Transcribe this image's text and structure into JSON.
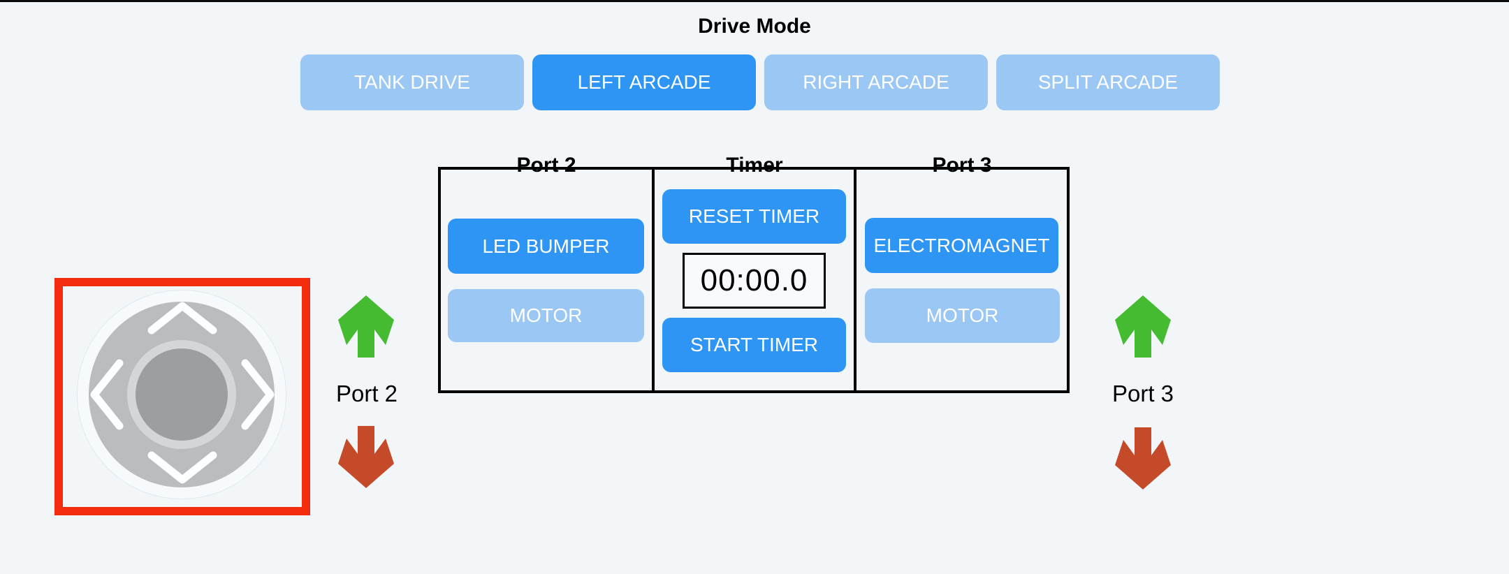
{
  "drive_mode": {
    "title": "Drive Mode",
    "buttons": [
      {
        "label": "TANK DRIVE",
        "active": false
      },
      {
        "label": "LEFT ARCADE",
        "active": true
      },
      {
        "label": "RIGHT ARCADE",
        "active": false
      },
      {
        "label": "SPLIT ARCADE",
        "active": false
      }
    ]
  },
  "panel": {
    "port2": {
      "header": "Port 2",
      "device_button": "LED BUMPER",
      "device_active": true,
      "motor_button": "MOTOR",
      "motor_active": false
    },
    "timer": {
      "header": "Timer",
      "reset_button": "RESET TIMER",
      "display_value": "00:00.0",
      "start_button": "START TIMER"
    },
    "port3": {
      "header": "Port 3",
      "device_button": "ELECTROMAGNET",
      "device_active": true,
      "motor_button": "MOTOR",
      "motor_active": false
    }
  },
  "joystick": {
    "selected": true,
    "icons": [
      "chevron-up-icon",
      "chevron-down-icon",
      "chevron-left-icon",
      "chevron-right-icon"
    ]
  },
  "side_controls": {
    "left": {
      "label": "Port 2",
      "up_icon": "green-up-arrow",
      "down_icon": "red-down-arrow"
    },
    "right": {
      "label": "Port 3",
      "up_icon": "green-up-arrow",
      "down_icon": "red-down-arrow"
    }
  },
  "colors": {
    "background": "#f2f6f9",
    "active_blue": "#2e95f4",
    "inactive_blue": "#9ac7f4",
    "button_text": "#ffffff",
    "green_arrow": "#44bb31",
    "red_arrow": "#c54a2a",
    "selection_red": "#f32c10",
    "pad_gray": "#b9bdbf",
    "knob_gray": "#9b9fa1",
    "border_black": "#000000"
  }
}
